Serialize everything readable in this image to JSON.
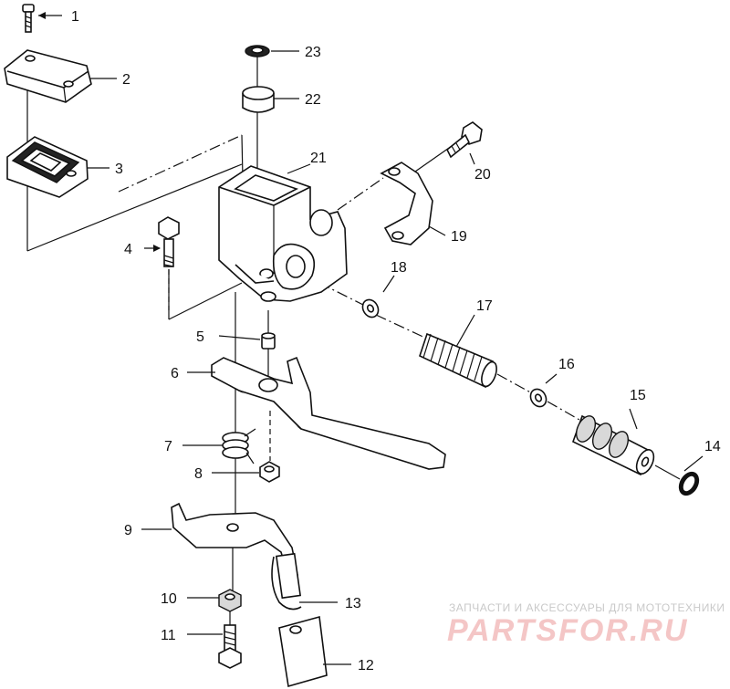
{
  "diagram": {
    "callouts": [
      "1",
      "2",
      "3",
      "4",
      "5",
      "6",
      "7",
      "8",
      "9",
      "10",
      "11",
      "12",
      "13",
      "14",
      "15",
      "16",
      "17",
      "18",
      "19",
      "20",
      "21",
      "22",
      "23"
    ]
  },
  "watermark": {
    "tagline": "ЗАПЧАСТИ И АКСЕССУАРЫ ДЛЯ МОТОТЕХНИКИ",
    "brand": "PARTSFOR.RU",
    "color": "#f4c6c6"
  }
}
